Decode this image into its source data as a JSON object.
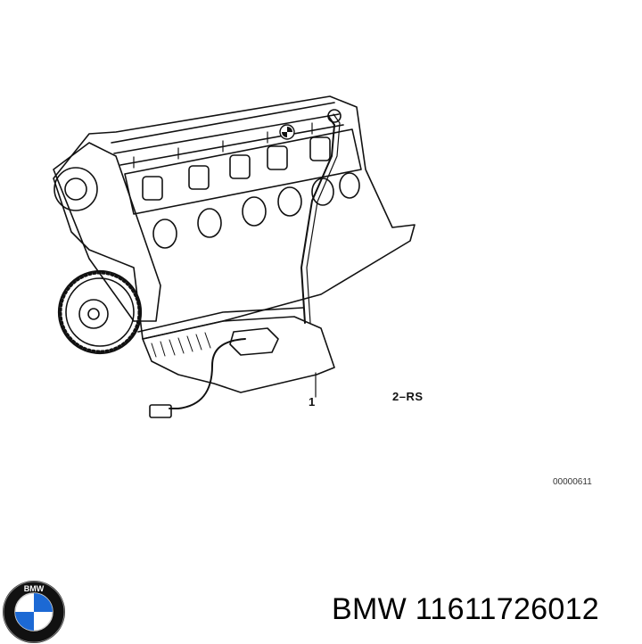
{
  "diagram": {
    "callout_1": "1",
    "callout_2": "2–RS",
    "reference_code": "00000611"
  },
  "footer": {
    "brand": "BMW",
    "part_number": "11611726012",
    "logo_letters": "BMW",
    "logo_colors": {
      "ring": "#111111",
      "blue": "#1c69d4",
      "white": "#ffffff"
    }
  }
}
